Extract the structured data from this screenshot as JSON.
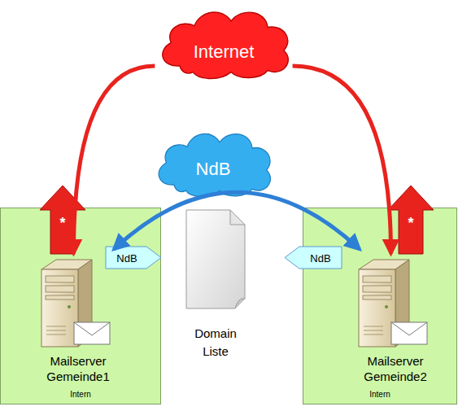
{
  "diagram": {
    "nodes": [
      {
        "text": [
          "Internet"
        ]
      },
      {
        "text": [
          "NdB"
        ]
      },
      {
        "text": [
          "Intern"
        ]
      },
      {
        "text": [
          "Mailserver Gemeinde1"
        ],
        "in": 2
      },
      {
        "text": [
          "Domain Liste"
        ]
      },
      {
        "text": [
          "Intern"
        ]
      },
      {
        "text": [
          "Mailserver Gemeinde2"
        ],
        "in": 5
      }
    ],
    "edges": [
      {
        "from": 0,
        "to": 3,
        "arrow": "to"
      },
      {
        "from": 0,
        "to": 6,
        "arrow": "to"
      },
      {
        "from": 3,
        "to": 6,
        "arrow": "both"
      }
    ],
    "labels": [
      "*",
      "NdB",
      "NdB",
      "*"
    ]
  }
}
